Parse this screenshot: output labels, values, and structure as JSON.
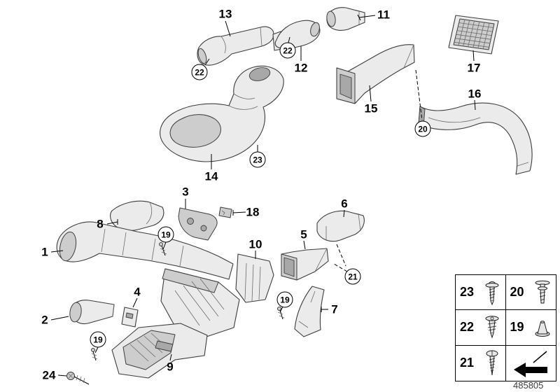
{
  "figure": {
    "footer_id": "485805"
  },
  "part_labels": {
    "p1": "1",
    "p2": "2",
    "p3": "3",
    "p4": "4",
    "p5": "5",
    "p6": "6",
    "p7": "7",
    "p8": "8",
    "p9": "9",
    "p10": "10",
    "p11": "11",
    "p12": "12",
    "p13": "13",
    "p14": "14",
    "p15": "15",
    "p16": "16",
    "p17": "17",
    "p18": "18",
    "p24": "24"
  },
  "callouts": {
    "c22_left": "22",
    "c22_mid": "22",
    "c23": "23",
    "c20": "20",
    "c19_top": "19",
    "c19_mid": "19",
    "c19_low": "19",
    "c21": "21"
  },
  "legend": {
    "cells": {
      "r1c1": "23",
      "r1c2": "20",
      "r2c1": "22",
      "r2c2": "19",
      "r3c1": "21"
    },
    "icons": {
      "r1c1": "torx-screw",
      "r1c2": "plastic-rivet",
      "r2c1": "expansion-rivet",
      "r2c2": "push-nut",
      "r3c1": "tapping-screw",
      "r3c2": "direction-arrow"
    }
  }
}
